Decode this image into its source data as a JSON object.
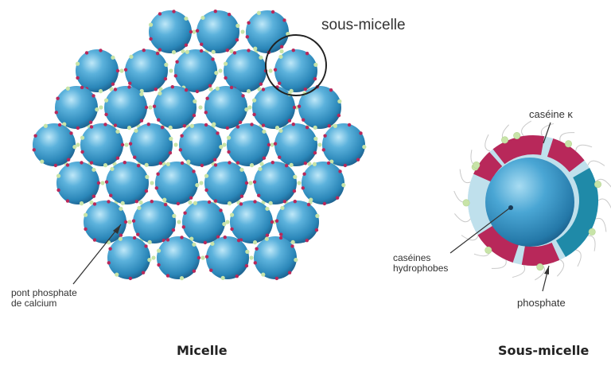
{
  "labels": {
    "sub_micelle_callout": "sous-micelle",
    "casein_kappa": "caséine κ",
    "hydrophobic_caseins_line1": "caséines",
    "hydrophobic_caseins_line2": "hydrophobes",
    "calcium_phosphate_line1": "pont phosphate",
    "calcium_phosphate_line2": "de calcium",
    "phosphate": "phosphate"
  },
  "captions": {
    "micelle": "Micelle",
    "sub_micelle": "Sous-micelle"
  },
  "colors": {
    "sphere_core": "#2a86b8",
    "sphere_light": "#8fd0ec",
    "sphere_dark": "#1d5f8c",
    "casein_kappa": "#b8285a",
    "phosphate": "#c8e4a8",
    "hydrophobic_shell": "#bfe0ec",
    "teal_segment": "#1f8aa8",
    "outline": "#222222"
  }
}
